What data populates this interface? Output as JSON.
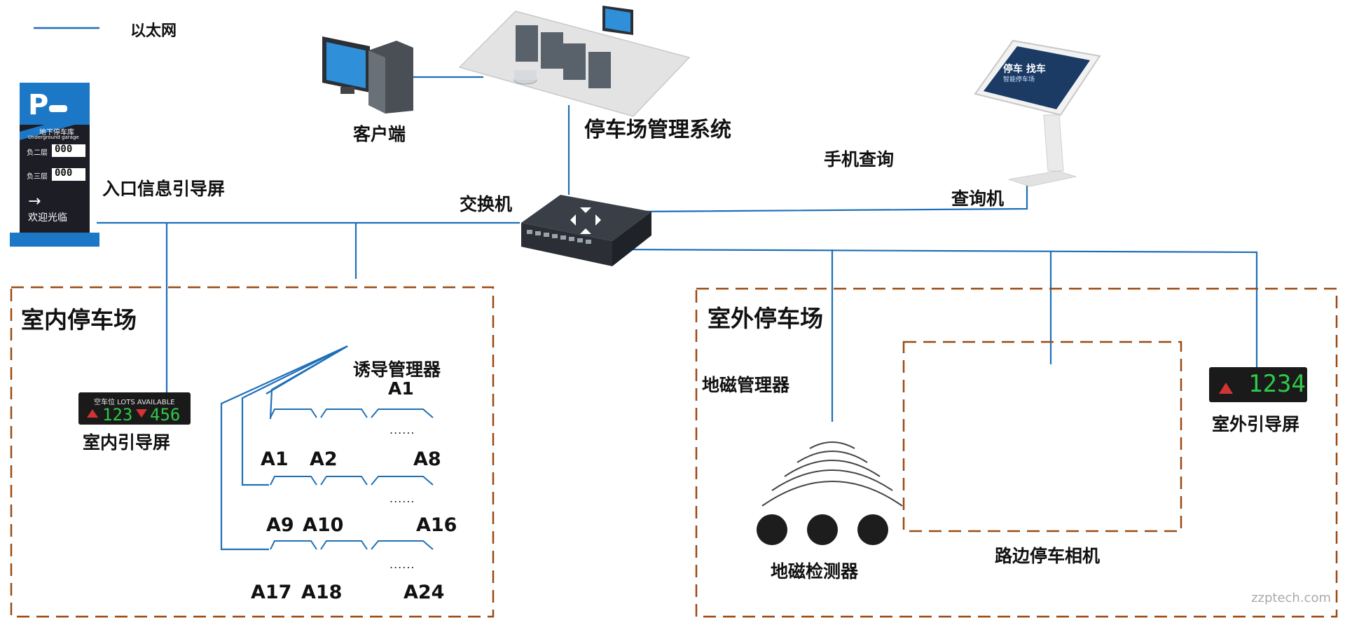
{
  "legend": {
    "ethernet_label": "以太网",
    "line_color": "#1f6fb8"
  },
  "devices": {
    "entry_screen": {
      "label": "入口信息引导屏",
      "sign_title_cn": "地下停车库",
      "sign_title_en": "Underground garage",
      "rows": [
        {
          "floor": "负二层",
          "count": "000"
        },
        {
          "floor": "负三层",
          "count": "000"
        }
      ],
      "welcome": "欢迎光临",
      "p_symbol": "P"
    },
    "client": {
      "label": "客户端"
    },
    "management_system": {
      "label": "停车场管理系统"
    },
    "switch": {
      "label": "交换机"
    },
    "mobile_query": {
      "label": "手机查询"
    },
    "kiosk": {
      "label": "查询机",
      "screen_text_1": "停车  找车",
      "screen_text_2": "智能停车场"
    },
    "indoor_guide": {
      "label": "室内引导屏",
      "header": "空车位 LOTS AVAILABLE",
      "value_1": "123",
      "value_2": "456"
    },
    "guidance_manager": {
      "label": "诱导管理器",
      "sub": "A1"
    },
    "outdoor_guide": {
      "label": "室外引导屏",
      "value": "1234"
    },
    "geomag_manager": {
      "label": "地磁管理器"
    },
    "geomag_detector": {
      "label": "地磁检测器"
    },
    "roadside_camera": {
      "label": "路边停车相机"
    }
  },
  "zones": {
    "indoor": {
      "label": "室内停车场"
    },
    "outdoor": {
      "label": "室外停车场"
    }
  },
  "slots": {
    "row1": [
      "A1",
      "A2",
      "A8"
    ],
    "row2": [
      "A9",
      "A10",
      "A16"
    ],
    "row3": [
      "A17",
      "A18",
      "A24"
    ],
    "ellipsis": "......"
  },
  "watermark": "zzptech.com"
}
